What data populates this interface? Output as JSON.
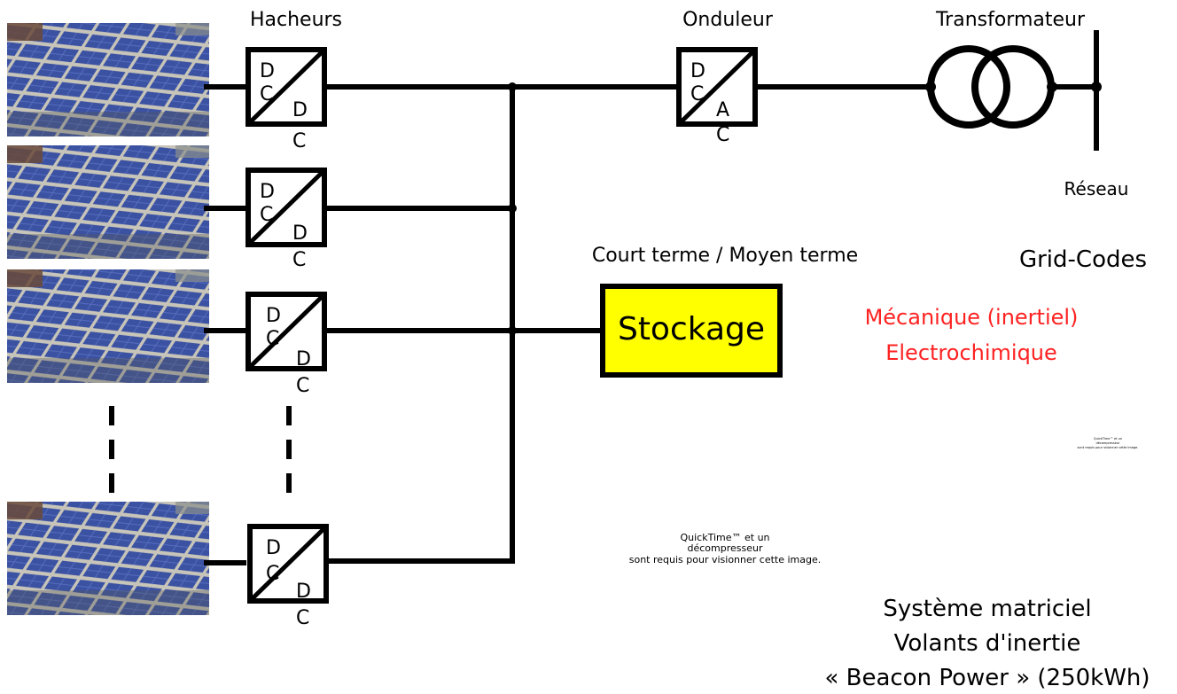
{
  "labels": {
    "choppers": "Hacheurs",
    "inverter": "Onduleur",
    "transformer": "Transformateur",
    "grid": "Réseau",
    "grid_codes": "Grid-Codes",
    "storage_term": "Court terme / Moyen terme",
    "storage": "Stockage",
    "storage_type_1": "Mécanique (inertiel)",
    "storage_type_2": "Electrochimique",
    "system_line_1": "Système matriciel",
    "system_line_2": "Volants d'inertie",
    "system_line_3": "« Beacon Power » (250kWh)"
  },
  "converter_dc": {
    "in_top": "D",
    "in_bottom": "C",
    "out_top": "D",
    "out_bottom": "C"
  },
  "converter_ac": {
    "in_top": "D",
    "in_bottom": "C",
    "out_top": "A",
    "out_bottom": "C"
  },
  "placeholder_large": {
    "line_1": "QuickTime™ et un",
    "line_2": "décompresseur",
    "line_3": "sont requis pour visionner cette image."
  },
  "placeholder_small": {
    "line_1": "QuickTime™ et un",
    "line_2": "décompresseur",
    "line_3": "sont requis pour visionner cette image."
  },
  "colors": {
    "storage_fill": "#ffff00",
    "storage_types": "#ff2222",
    "panel_frame": "#b9b5a8",
    "panel_cell": "#3a4f9e"
  }
}
